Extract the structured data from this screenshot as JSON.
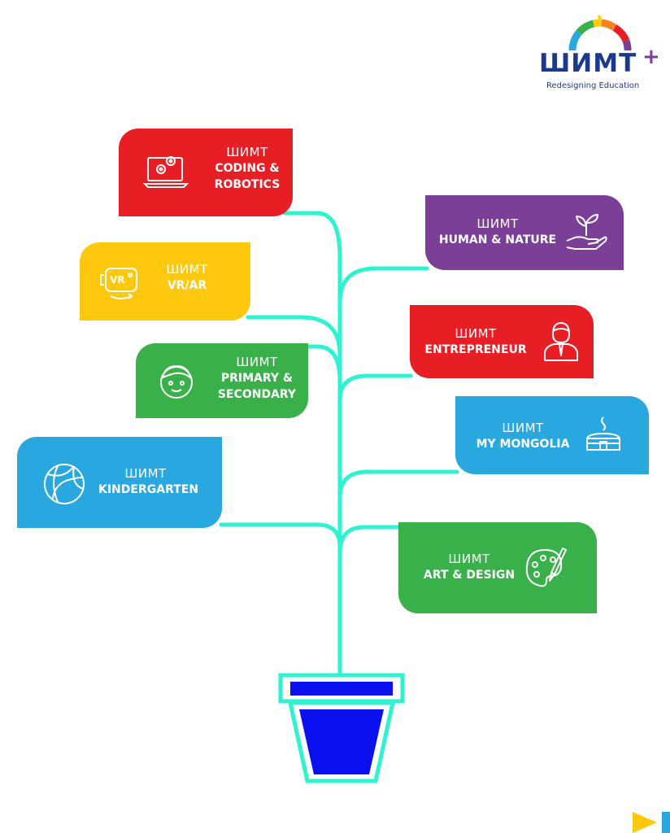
{
  "logo": {
    "wordmark": "ШИМТ",
    "plus": "+",
    "tagline": "Redesigning Education",
    "wordmark_color": "#1b3a8c",
    "plus_color": "#7b3f98"
  },
  "colors": {
    "stem": "#2ef2d0",
    "pot_fill": "#0a10ee",
    "red": "#e81e25",
    "purple": "#7b3f98",
    "yellow": "#fdc80e",
    "green": "#3ab04b",
    "blue": "#29a8e0"
  },
  "cards": {
    "coding": {
      "brand": "ШИМТ",
      "line1": "CODING &",
      "line2": "ROBOTICS",
      "icon": "laptop-gears-icon",
      "color": "#e81e25"
    },
    "human": {
      "brand": "ШИМТ",
      "line1": "HUMAN & NATURE",
      "icon": "hand-sprout-icon",
      "color": "#7b3f98"
    },
    "vrar": {
      "brand": "ШИМТ",
      "line1": "VR/AR",
      "icon": "vr-headset-icon",
      "color": "#fdc80e"
    },
    "entrepreneur": {
      "brand": "ШИМТ",
      "line1": "ENTREPRENEUR",
      "icon": "businessman-icon",
      "color": "#e81e25"
    },
    "primary": {
      "brand": "ШИМТ",
      "line1": "PRIMARY &",
      "line2": "SECONDARY",
      "icon": "boy-face-icon",
      "color": "#3ab04b"
    },
    "mongolia": {
      "brand": "ШИМТ",
      "line1": "MY MONGOLIA",
      "icon": "ger-tent-icon",
      "color": "#29a8e0"
    },
    "kinder": {
      "brand": "ШИМТ",
      "line1": "KINDERGARTEN",
      "icon": "ball-icon",
      "color": "#29a8e0"
    },
    "art": {
      "brand": "ШИМТ",
      "line1": "ART & DESIGN",
      "icon": "palette-brush-icon",
      "color": "#3ab04b"
    }
  }
}
